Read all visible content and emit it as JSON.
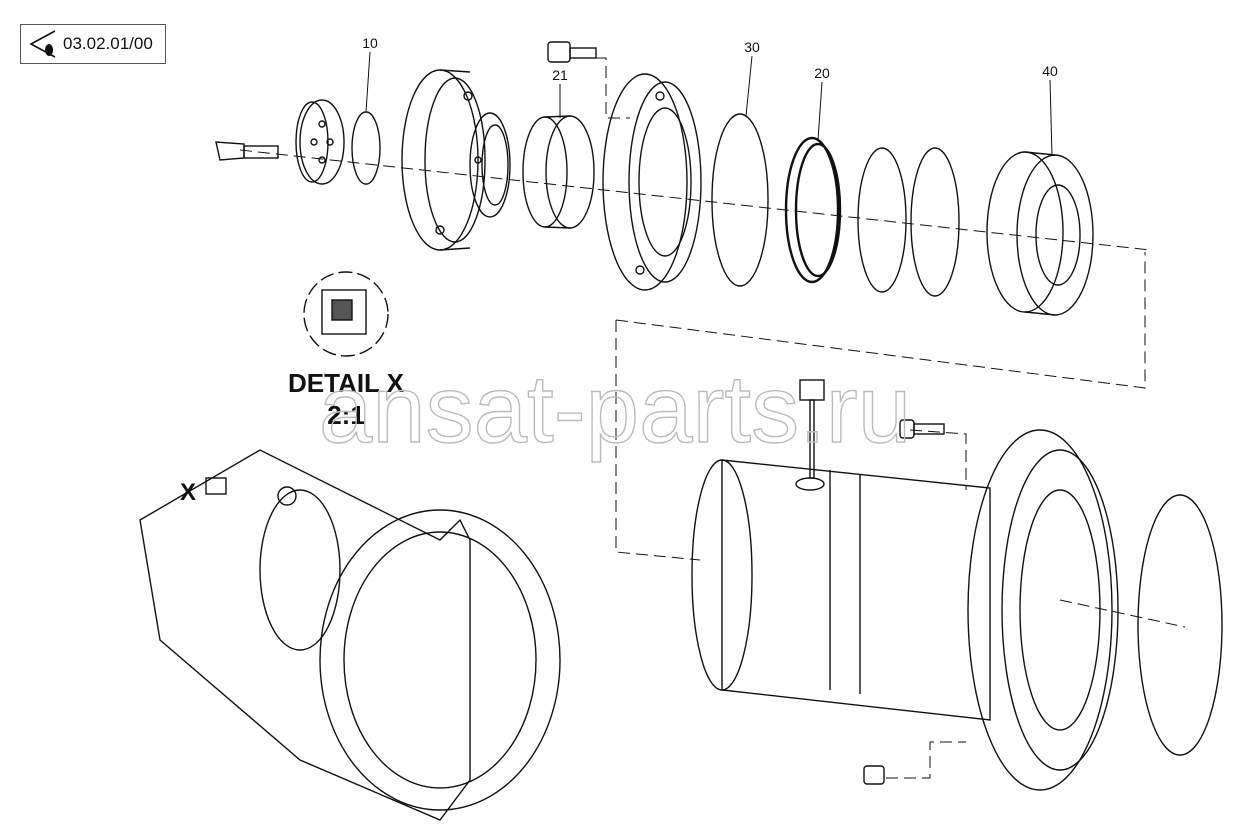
{
  "reference": {
    "code": "03.02.01/00"
  },
  "callouts": [
    {
      "id": "c10",
      "label": "10"
    },
    {
      "id": "c21",
      "label": "21"
    },
    {
      "id": "c30",
      "label": "30"
    },
    {
      "id": "c20",
      "label": "20"
    },
    {
      "id": "c40",
      "label": "40"
    }
  ],
  "detail": {
    "title": "DETAIL X",
    "scale": "2:1",
    "marker": "X"
  },
  "watermark": {
    "text": "ansat-parts.ru"
  }
}
